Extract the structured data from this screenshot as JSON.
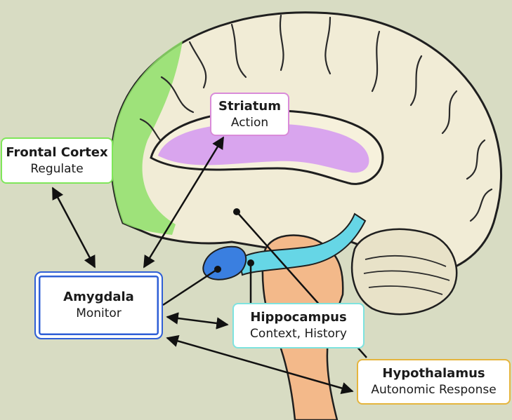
{
  "diagram": {
    "nodes": {
      "frontal_cortex": {
        "title": "Frontal Cortex",
        "subtitle": "Regulate"
      },
      "striatum": {
        "title": "Striatum",
        "subtitle": "Action"
      },
      "amygdala": {
        "title": "Amygdala",
        "subtitle": "Monitor"
      },
      "hippocampus": {
        "title": "Hippocampus",
        "subtitle": "Context, History"
      },
      "hypothalamus": {
        "title": "Hypothalamus",
        "subtitle": "Autonomic Response"
      }
    },
    "edges": [
      {
        "from": "frontal_cortex",
        "to": "amygdala",
        "direction": "both"
      },
      {
        "from": "amygdala",
        "to": "striatum",
        "direction": "both"
      },
      {
        "from": "amygdala",
        "to": "hippocampus",
        "direction": "both"
      },
      {
        "from": "amygdala",
        "to": "hypothalamus",
        "direction": "both"
      }
    ],
    "colors": {
      "background": "#d8dcc3",
      "brain_fill": "#f1ecd6",
      "frontal_region": "#8fe06a",
      "striatum_region": "#d9a5ee",
      "amygdala_region": "#3a7fe0",
      "hippocampus_region": "#66d6e6",
      "brainstem": "#f3b98a",
      "frontal_border": "#7fe65a",
      "striatum_border": "#d98bd9",
      "amygdala_border": "#2f5fd6",
      "hippocampus_border": "#7ee3df",
      "hypothalamus_border": "#e5b53d"
    }
  }
}
